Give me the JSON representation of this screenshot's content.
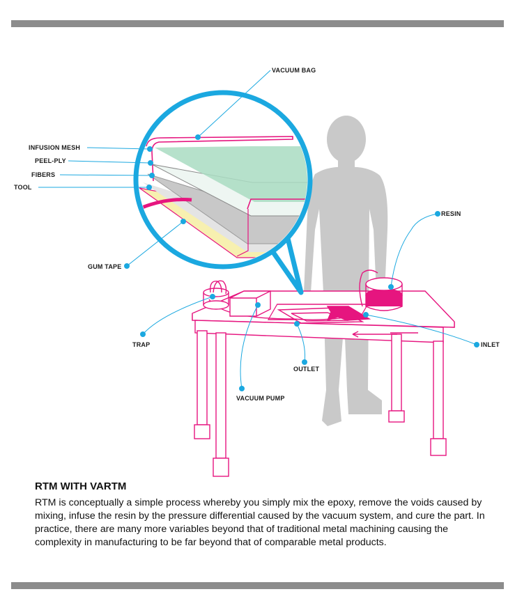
{
  "labels": {
    "vacuum_bag": "VACUUM BAG",
    "infusion_mesh": "INFUSION MESH",
    "peel_ply": "PEEL-PLY",
    "fibers": "FIBERS",
    "tool": "TOOL",
    "gum_tape": "GUM TAPE",
    "resin": "RESIN",
    "trap": "TRAP",
    "inlet": "INLET",
    "outlet": "OUTLET",
    "vacuum_pump": "VACUUM PUMP"
  },
  "caption": {
    "title": "RTM WITH VARTM",
    "body": "RTM is conceptually a simple process whereby you simply mix the epoxy, remove the voids caused by mixing, infuse the resin by the pressure differential caused by the vacuum system, and cure the part. In practice, there are many more variables beyond that of traditional metal machining causing the complexity in manufacturing to be far beyond that of comparable metal products."
  },
  "colors": {
    "accent_magenta": "#e6157f",
    "callout_blue": "#1ba8e0",
    "silhouette_gray": "#c9c9c9",
    "mesh_green": "#a9dcc2",
    "gum_tape_yellow": "#f7f0b0",
    "bar_gray": "#8c8c8c"
  }
}
